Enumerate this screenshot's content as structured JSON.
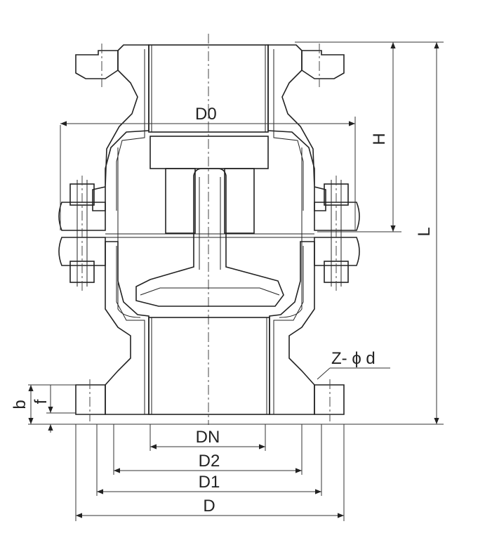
{
  "labels": {
    "d0": "D0",
    "h": "H",
    "l": "L",
    "z_phi_d": "Z- ϕ d",
    "b": "b",
    "f": "f",
    "dn": "DN",
    "d2": "D2",
    "d1": "D1",
    "d": "D"
  },
  "colors": {
    "line": "#222222",
    "background": "#ffffff"
  }
}
